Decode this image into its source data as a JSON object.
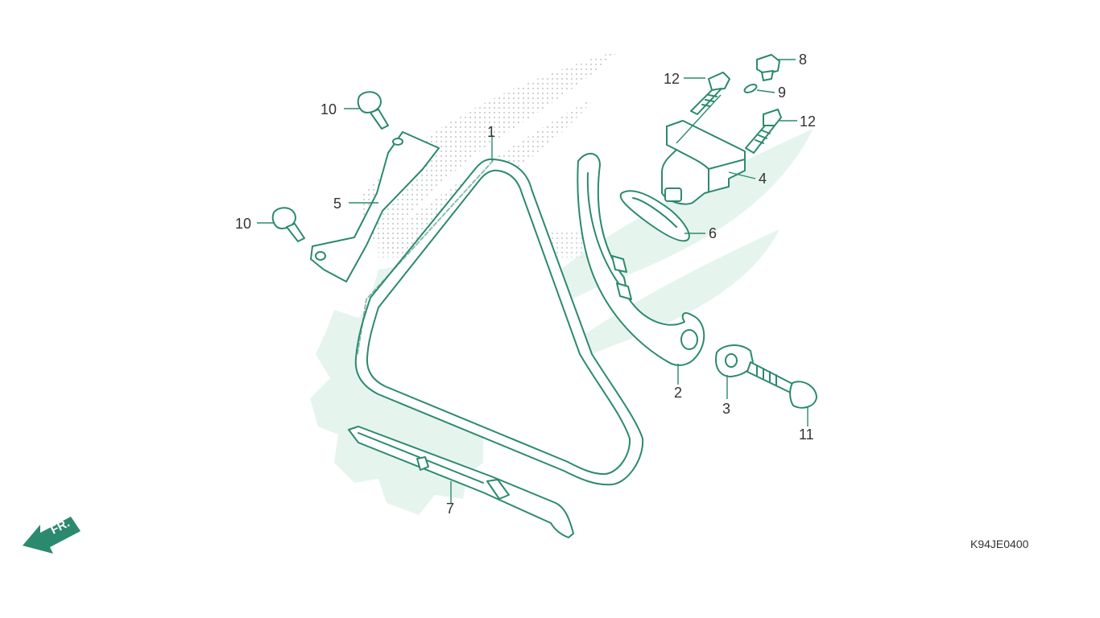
{
  "diagram": {
    "reference_code": "K94JE0400",
    "front_indicator": "FR.",
    "colors": {
      "ink": "#2b8a6e",
      "watermark": "#e6f4ee",
      "dots": "#c8cfcc",
      "text": "#333333"
    },
    "callouts": [
      {
        "id": "c1",
        "label": "1",
        "part": "cam-chain"
      },
      {
        "id": "c2",
        "label": "2",
        "part": "cam-chain-tensioner-arm"
      },
      {
        "id": "c3",
        "label": "3",
        "part": "arm-collar"
      },
      {
        "id": "c4",
        "label": "4",
        "part": "tensioner-lifter"
      },
      {
        "id": "c5",
        "label": "5",
        "part": "chain-guide-plate"
      },
      {
        "id": "c6",
        "label": "6",
        "part": "lifter-gasket"
      },
      {
        "id": "c7",
        "label": "7",
        "part": "cam-chain-guide"
      },
      {
        "id": "c8",
        "label": "8",
        "part": "sealing-bolt"
      },
      {
        "id": "c9",
        "label": "9",
        "part": "o-ring"
      },
      {
        "id": "c10a",
        "label": "10",
        "part": "bolt-upper"
      },
      {
        "id": "c10b",
        "label": "10",
        "part": "bolt-lower"
      },
      {
        "id": "c11",
        "label": "11",
        "part": "pivot-bolt"
      },
      {
        "id": "c12a",
        "label": "12",
        "part": "lifter-bolt-left"
      },
      {
        "id": "c12b",
        "label": "12",
        "part": "lifter-bolt-right"
      }
    ]
  }
}
